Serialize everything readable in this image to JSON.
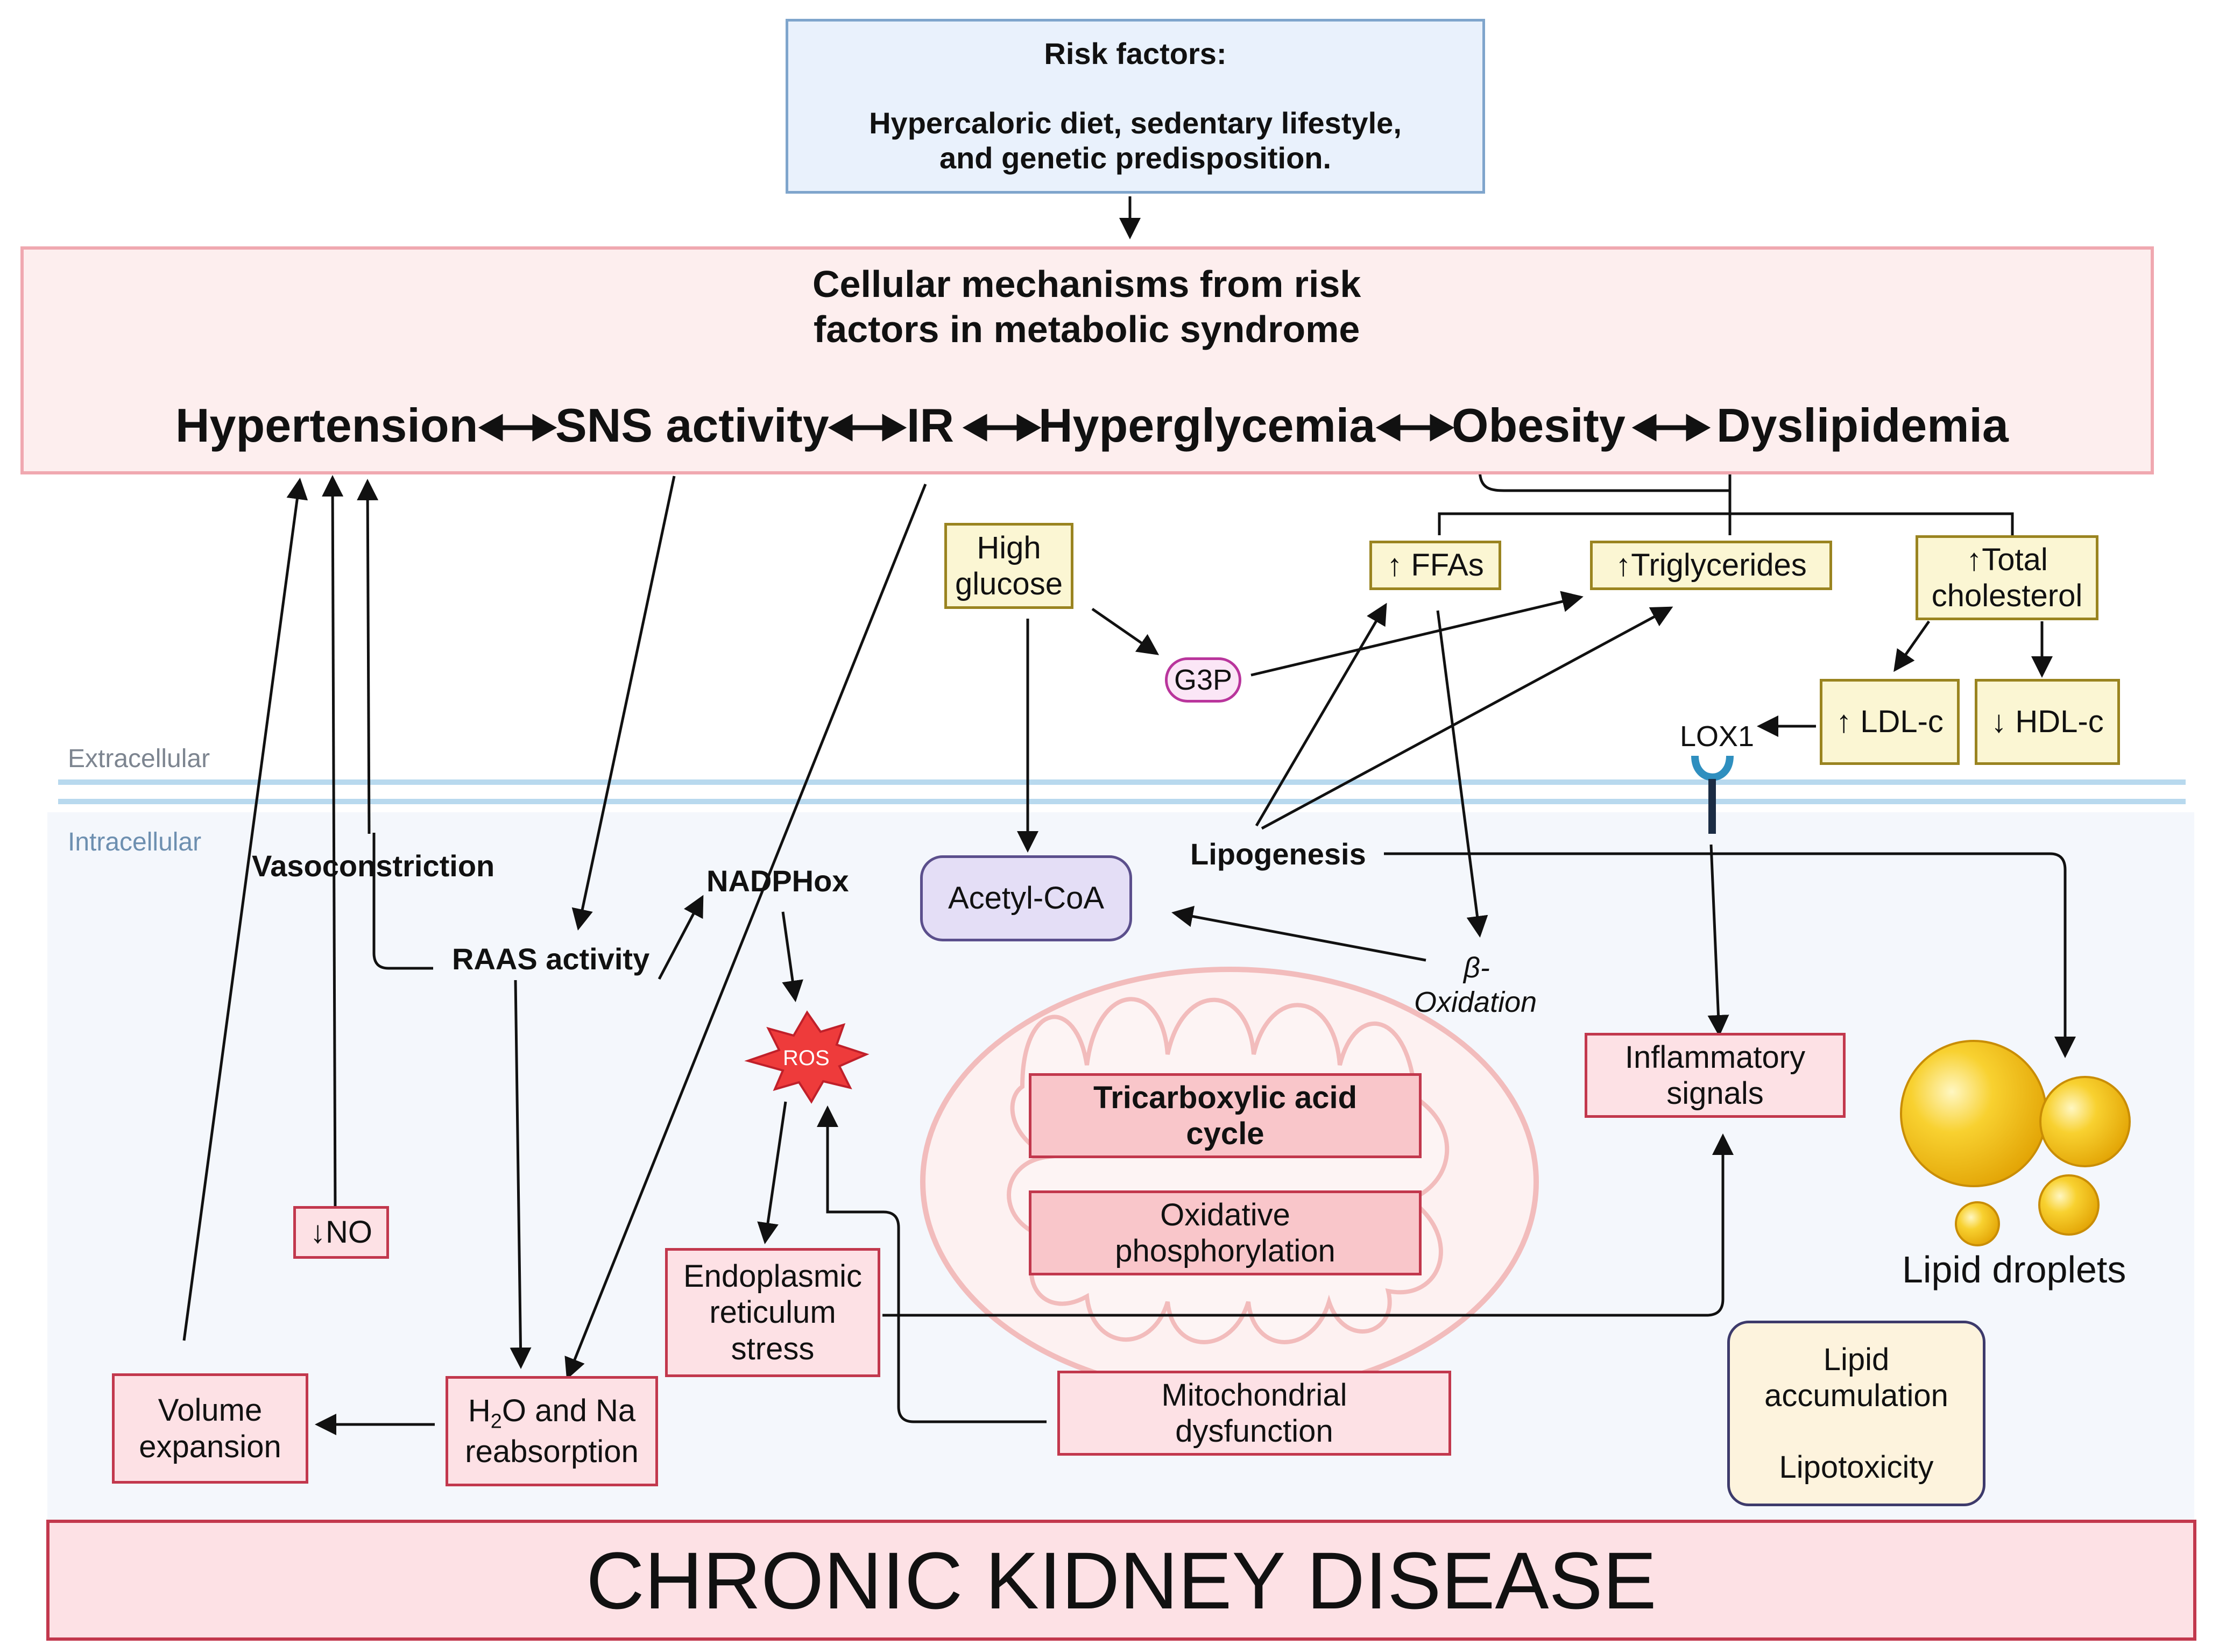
{
  "risk": {
    "title": "Risk factors:",
    "line1": "Hypercaloric diet, sedentary lifestyle,",
    "line2": "and genetic predisposition."
  },
  "mechanisms": {
    "title1": "Cellular mechanisms from risk",
    "title2": "factors in metabolic syndrome",
    "chain": [
      "Hypertension",
      "SNS activity",
      "IR",
      "Hyperglycemia",
      "Obesity",
      "Dyslipidemia"
    ]
  },
  "regions": {
    "extracellular": "Extracellular",
    "intracellular": "Intracellular"
  },
  "labels": {
    "high_glucose_1": "High",
    "high_glucose_2": "glucose",
    "g3p": "G3P",
    "ffas": "↑ FFAs",
    "triglycerides": "↑Triglycerides",
    "total_chol_1": "↑Total",
    "total_chol_2": "cholesterol",
    "ldl": "↑ LDL-c",
    "hdl": "↓ HDL-c",
    "lox1": "LOX1",
    "vasoconstriction": "Vasoconstriction",
    "raas": "RAAS activity",
    "nadphox": "NADPHox",
    "ros": "ROS",
    "acetyl_coa": "Acetyl-CoA",
    "lipogenesis": "Lipogenesis",
    "beta_ox_1": "β-",
    "beta_ox_2": "Oxidation",
    "tca_1": "Tricarboxylic acid",
    "tca_2": "cycle",
    "oxphos_1": "Oxidative",
    "oxphos_2": "phosphorylation",
    "inflam_1": "Inflammatory",
    "inflam_2": "signals",
    "lipid_droplets": "Lipid droplets",
    "no": "↓NO",
    "er_1": "Endoplasmic",
    "er_2": "reticulum",
    "er_3": "stress",
    "mito_1": "Mitochondrial",
    "mito_2": "dysfunction",
    "volume_1": "Volume",
    "volume_2": "expansion",
    "h2o_h": "H",
    "h2o_sub": "2",
    "h2o_rest": "O and Na",
    "h2o_2": "reabsorption",
    "lipid_acc": "Lipid",
    "lipid_acc_2": "accumulation",
    "lipotox": "Lipotoxicity"
  },
  "footer": {
    "title": "CHRONIC KIDNEY DISEASE"
  },
  "colors": {
    "risk_bg": "#e9f1fc",
    "risk_border": "#7fa5cc",
    "mech_bg": "#fdeeee",
    "mech_border": "#f0a8b0",
    "pink_bg": "#fde1e5",
    "pink_border": "#c2384d",
    "yellow_bg": "#fbf6d3",
    "yellow_border": "#9a8420",
    "membrane": "#b8d9ee",
    "intracellular_bg": "#f4f7fc",
    "ros": "#ee3b3b",
    "lipid_droplet": "#f4c21a",
    "ckd_bg": "#fde1e5",
    "ckd_border": "#c2384d"
  }
}
